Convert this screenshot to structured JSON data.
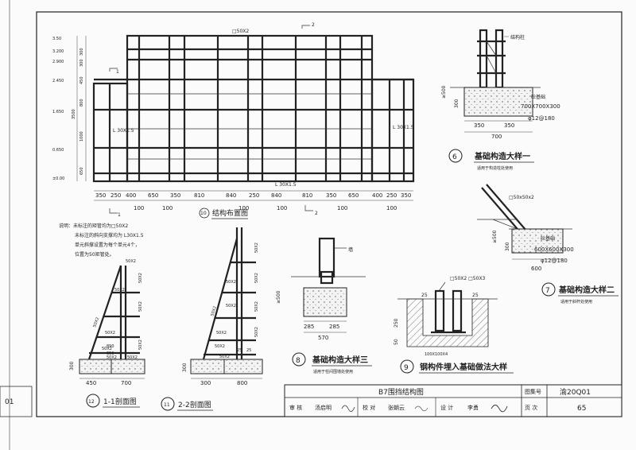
{
  "sheet": {
    "page_edge_number": "01",
    "title_block": {
      "drawing_title": "B7围挡结构图",
      "atlas_label": "图集号",
      "atlas_no": "渝20Q01",
      "review_label": "审 核",
      "reviewer": "汤启明",
      "check_label": "校 对",
      "checker": "张朝云",
      "design_label": "设 计",
      "designer": "李勇",
      "page_label": "页 次",
      "page_no": "65"
    }
  },
  "layout_plan": {
    "title_no": "10",
    "title": "结构布置图",
    "label_pipe_top": "□50X2",
    "label_brace_left": "L 30X1.5",
    "label_brace_right": "L 30X1.5",
    "label_brace_bottom": "L 30X1.5",
    "section_mark_1": "1",
    "section_mark_2": "2",
    "elevations": [
      "3.50",
      "3.200",
      "2.900",
      "2.450",
      "1.650",
      "0.650",
      "±0.00"
    ],
    "vertical_dims": [
      "300",
      "300",
      "450",
      "800",
      "1000",
      "650"
    ],
    "vertical_dim_total": "3500",
    "bottom_dims": [
      "350",
      "250",
      "400",
      "650",
      "350",
      "810",
      "840",
      "250",
      "840",
      "810",
      "350",
      "650",
      "400",
      "250",
      "350"
    ],
    "bottom_sub_dims": [
      "100",
      "100",
      "100",
      "100",
      "100",
      "100"
    ]
  },
  "notes": {
    "lines": [
      "说明：未标注的矩管均为□50X2",
      "未标注的斜向支撑均为 L30X1.5",
      "单元斜撑设置为每个单元4个，",
      "位置为50矩管处。"
    ]
  },
  "detail_6": {
    "number": "6",
    "title": "基础构造大样一",
    "subtitle": "适用于构造柱处使用",
    "label_column": "结构柱",
    "label_concrete": "砼基础",
    "size": "700X700X300",
    "rebar": "φ12@180",
    "dim_height": "≥500",
    "dim_depth": "300",
    "dim_half": [
      "350",
      "350"
    ],
    "dim_total": "700"
  },
  "detail_7": {
    "number": "7",
    "title": "基础构造大样二",
    "subtitle": "适用于斜杆处使用",
    "label_pipe": "□50x50x2",
    "label_concrete": "砼基础",
    "size": "600X600X300",
    "rebar": "φ12@180",
    "dim_height": "≥500",
    "dim_depth": "300",
    "dim_total": "600"
  },
  "detail_8": {
    "number": "8",
    "title": "基础构造大样三",
    "subtitle": "适用于柱间围墙处使用",
    "label_wall": "墙",
    "dim_height": "≥500",
    "dim_half": [
      "285",
      "285"
    ],
    "dim_total": "570"
  },
  "detail_9": {
    "number": "9",
    "title": "钢构件埋入基础做法大样",
    "label_pipes": "□50X2 □50X3",
    "label_plate": "100X100X4",
    "dims": [
      "25",
      "25",
      "250",
      "50"
    ]
  },
  "section_1": {
    "number": "12",
    "title": "1-1剖面图",
    "pipe_labels": [
      "50X2",
      "50X2",
      "50X2",
      "50X2",
      "50X2",
      "50X2",
      "50X2",
      "50X2",
      "50X2",
      "50X2"
    ],
    "dims": [
      "890",
      "690",
      "300",
      "450",
      "700"
    ]
  },
  "section_2": {
    "number": "11",
    "title": "2-2剖面图",
    "pipe_labels": [
      "50X2",
      "50X2",
      "50X2",
      "50X2",
      "50X2",
      "50X2",
      "50X2",
      "50X2",
      "50X2",
      "50X2"
    ],
    "dims": [
      "300",
      "25",
      "25",
      "300",
      "800"
    ]
  }
}
